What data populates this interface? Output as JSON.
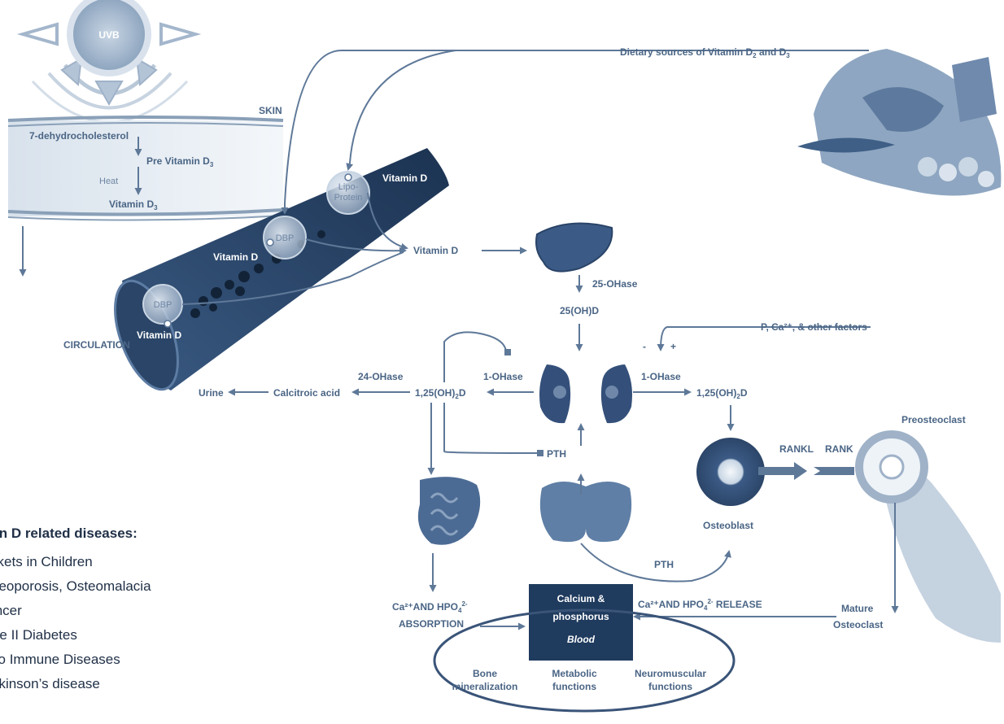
{
  "labels": {
    "uvb": "UVB",
    "dietary": "Dietary sources of Vitamin D",
    "dietary_sub1": "2",
    "dietary_and": " and D",
    "dietary_sub2": "3",
    "skin": "SKIN",
    "dehydro": "7-dehydrocholesterol",
    "pre_vit": "Pre Vitamin D",
    "pre_vit_sub": "3",
    "heat": "Heat",
    "vit_d3": "Vitamin D",
    "vit_d3_sub": "3",
    "lipo1": "Lipo-",
    "lipo2": "Protein",
    "vit_d_lipo": "Vitamin D",
    "dbp1": "DBP",
    "vit_d_dbp": "Vitamin D",
    "dbp2": "DBP",
    "vit_d_circ": "Vitamin D",
    "circulation": "CIRCULATION",
    "vit_d_center": "Vitamin D",
    "ohase25": "25-OHase",
    "ohd25": "25(OH)D",
    "factors": "P, Ca²⁺, & other factors",
    "minus": "-",
    "plus": "+",
    "ohase1_left": "1-OHase",
    "ohase1_right": "1-OHase",
    "ohase24": "24-OHase",
    "oh2d_left": "1,25(OH)",
    "oh2d_left_sub": "2",
    "oh2d_left_end": "D",
    "oh2d_right": "1,25(OH)",
    "oh2d_right_sub": "2",
    "oh2d_right_end": "D",
    "calcitroic": "Calcitroic acid",
    "urine": "Urine",
    "pth_top": "PTH",
    "pth_bottom": "PTH",
    "rankl": "RANKL",
    "rank": "RANK",
    "preosteoclast": "Preosteoclast",
    "osteoblast": "Osteoblast",
    "mature1": "Mature",
    "mature2": "Osteoclast",
    "absorption1": "Ca²⁺AND HPO",
    "absorption1_sub": "4",
    "absorption1_sup": "2-",
    "absorption2": "ABSORPTION",
    "release": "Ca²⁺AND HPO",
    "release_sub": "4",
    "release_sup": "2-",
    "release_end": " RELEASE",
    "blood1": "Calcium &",
    "blood2": "phosphorus",
    "blood3": "Blood",
    "bone1": "Bone",
    "bone2": "mineralization",
    "meta1": "Metabolic",
    "meta2": "functions",
    "neuro1": "Neuromuscular",
    "neuro2": "functions"
  },
  "diseases": {
    "title": "Vitamin D related diseases:",
    "items": [
      "Rickets in Children",
      "Osteoporosis, Osteomalacia",
      "Cancer",
      "Type II Diabetes",
      "Auto Immune Diseases",
      "Parkinson’s disease"
    ]
  },
  "colors": {
    "text": "#4a6585",
    "arrow": "#5e7898",
    "vessel": "#2d4a6e",
    "organ": "#3b5a85",
    "box": "#1f3b5e"
  }
}
